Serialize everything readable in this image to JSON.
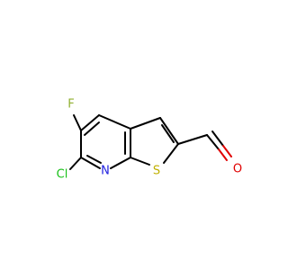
{
  "structure": {
    "atoms": {
      "fluorine": "F",
      "chlorine": "Cl",
      "nitrogen": "N",
      "sulfur": "S",
      "oxygen": "O"
    },
    "colors": {
      "bond": "#000000",
      "fluorine": "#90b030",
      "chlorine": "#18c018",
      "nitrogen": "#2020e0",
      "sulfur": "#c0b000",
      "oxygen": "#e00000"
    }
  }
}
